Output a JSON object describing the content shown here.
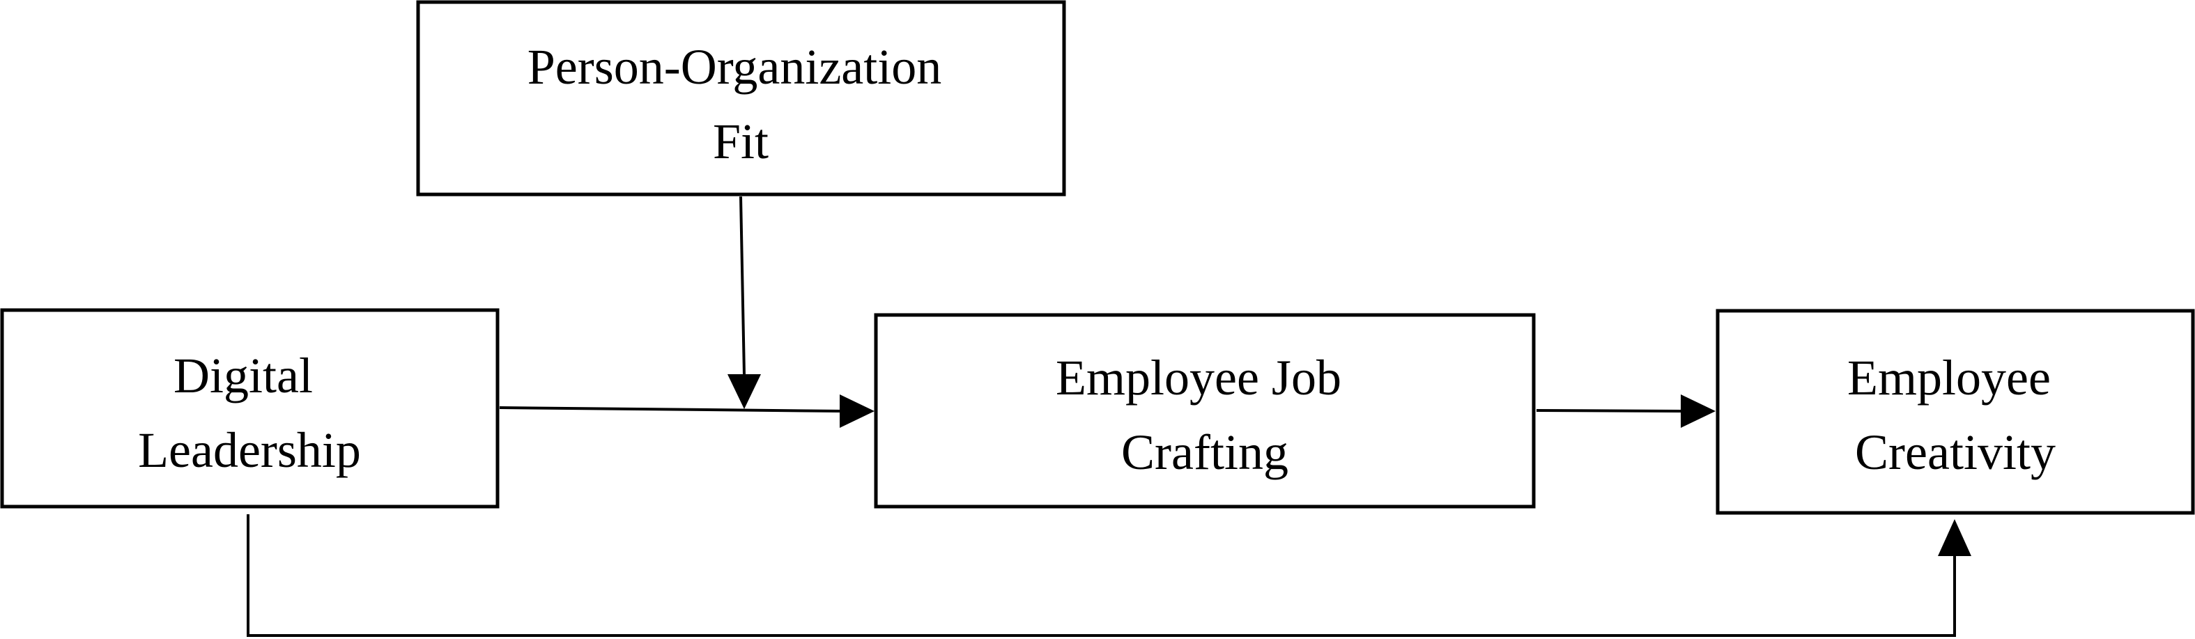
{
  "nodes": {
    "person_org_fit": {
      "lines": [
        "Person-Organization",
        "Fit"
      ]
    },
    "digital_leadership": {
      "lines": [
        "Digital",
        "Leadership"
      ]
    },
    "job_crafting": {
      "lines": [
        "Employee Job",
        "Crafting"
      ]
    },
    "creativity": {
      "lines": [
        "Employee",
        "Creativity"
      ]
    }
  },
  "colors": {
    "stroke": "#000000",
    "background": "#ffffff",
    "text": "#000000"
  }
}
